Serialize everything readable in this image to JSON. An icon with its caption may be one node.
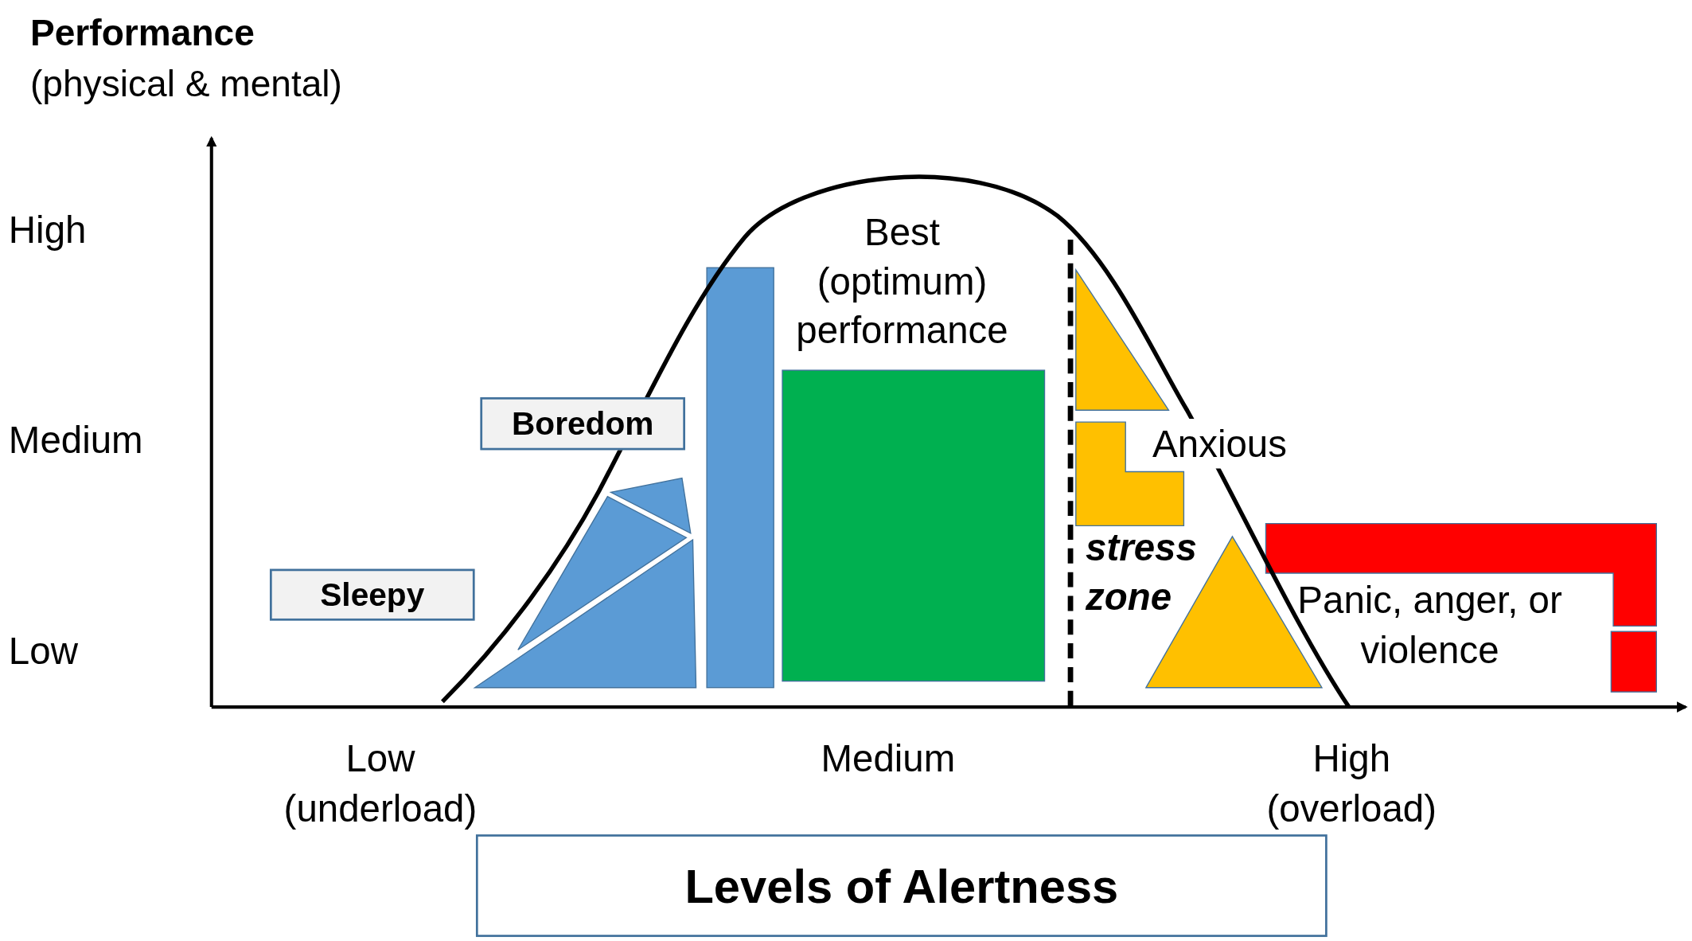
{
  "diagram": {
    "nodes": [
      {
        "text": [
          "Sleepy"
        ]
      },
      {
        "text": [
          "Boredom"
        ]
      },
      {
        "text": [
          "Levels of Alertness"
        ]
      }
    ],
    "labels": [
      "Performance",
      "(physical & mental)",
      "High",
      "Best (optimum) performance",
      "Medium",
      "Anxious",
      "stress zone",
      "Panic, anger, or violence",
      "Low",
      "Low (underload)",
      "Medium",
      "High (overload)"
    ]
  }
}
